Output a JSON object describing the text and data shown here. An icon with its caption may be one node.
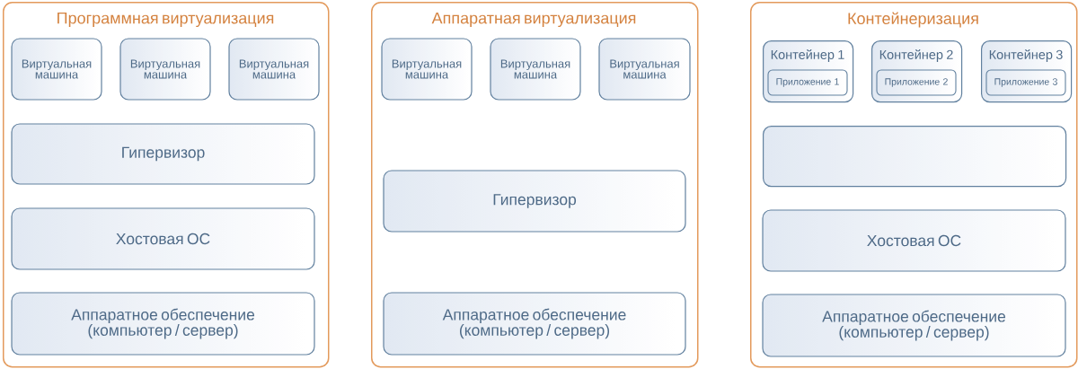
{
  "diagram": {
    "nodes": [
      {
        "text": [
          "Программная виртуализация"
        ]
      },
      {
        "text": [
          "Виртуальная машина"
        ],
        "in": 0
      },
      {
        "text": [
          "Виртуальная машина"
        ],
        "in": 0
      },
      {
        "text": [
          "Виртуальная машина"
        ],
        "in": 0
      },
      {
        "text": [
          "Гипервизор"
        ],
        "in": 0
      },
      {
        "text": [
          "Хостовая ОС"
        ],
        "in": 0
      },
      {
        "text": [
          "Аппаратное обеспечение (компьютер / сервер)"
        ],
        "in": 0
      },
      {
        "text": [
          "Аппаратная виртуализация"
        ]
      },
      {
        "text": [
          "Виртуальная машина"
        ],
        "in": 7
      },
      {
        "text": [
          "Виртуальная машина"
        ],
        "in": 7
      },
      {
        "text": [
          "Виртуальная машина"
        ],
        "in": 7
      },
      {
        "text": [
          "Гипервизор"
        ],
        "in": 7
      },
      {
        "text": [
          "Аппаратное обеспечение (компьютер / сервер)"
        ],
        "in": 7
      },
      {
        "text": [
          "Контейнеризация"
        ]
      },
      {
        "text": [
          "Контейнер 1"
        ],
        "in": 13
      },
      {
        "text": [
          "Приложение 1"
        ],
        "in": 14
      },
      {
        "text": [
          "Контейнер 2"
        ],
        "in": 13
      },
      {
        "text": [
          "Приложение 2"
        ],
        "in": 16
      },
      {
        "text": [
          "Контейнер 3"
        ],
        "in": 13
      },
      {
        "text": [
          "Приложение 3"
        ],
        "in": 18
      },
      {
        "text": [],
        "shape": "box",
        "in": 13
      },
      {
        "text": [
          "Хостовая ОС"
        ],
        "in": 13
      },
      {
        "text": [
          "Аппаратное обеспечение (компьютер / сервер)"
        ],
        "in": 13
      }
    ]
  }
}
